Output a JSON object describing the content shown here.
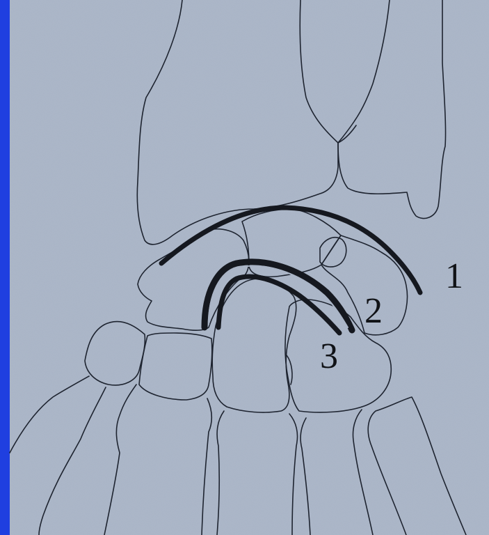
{
  "colors": {
    "frame": "#1f3fe0",
    "paper": "#a9b4c6",
    "ink": "#1e2430"
  },
  "labels": {
    "arc1": "1",
    "arc2": "2",
    "arc3": "3"
  }
}
